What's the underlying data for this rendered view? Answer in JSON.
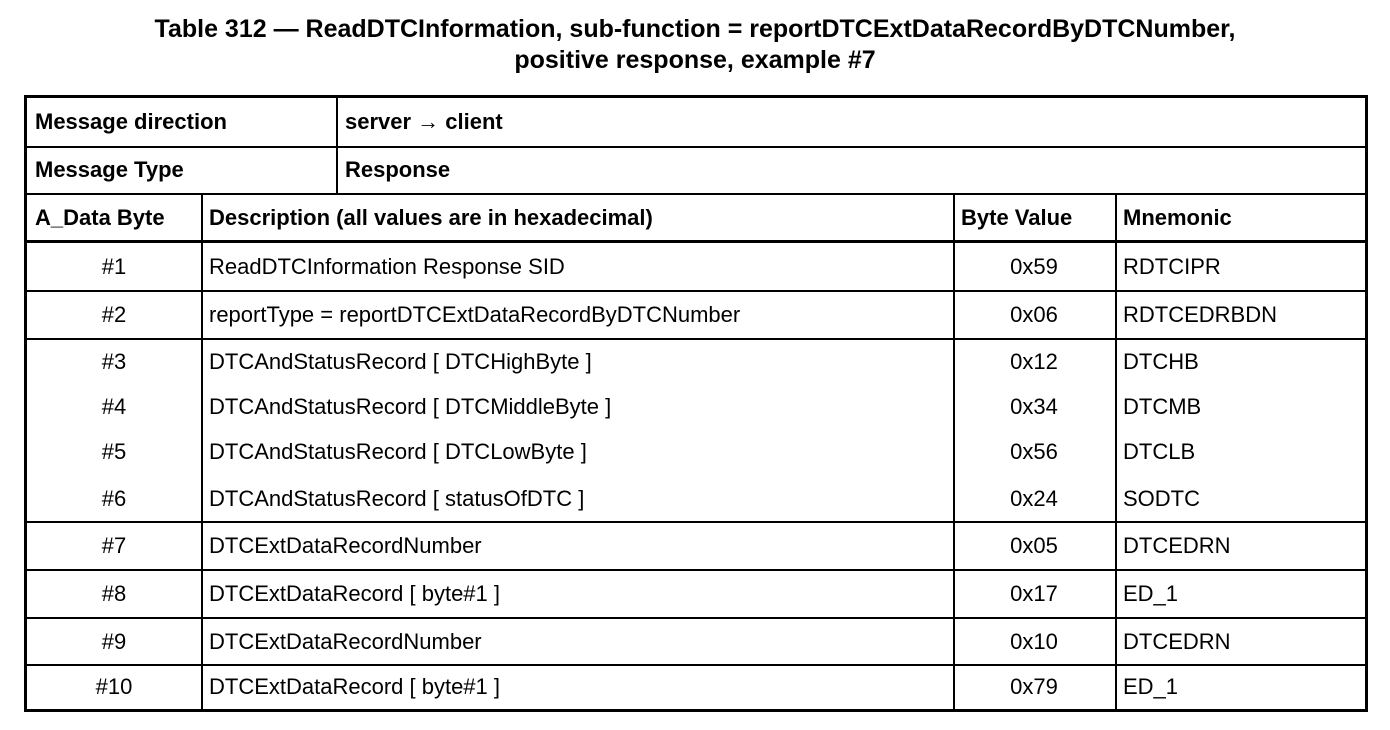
{
  "caption": {
    "line1": "Table 312 — ReadDTCInformation, sub-function = reportDTCExtDataRecordByDTCNumber,",
    "line2": "positive response, example #7"
  },
  "meta": {
    "direction_label": "Message direction",
    "direction_value": "server → client",
    "type_label": "Message Type",
    "type_value": "Response"
  },
  "headers": {
    "byte": "A_Data Byte",
    "description": "Description (all values are in hexadecimal)",
    "value": "Byte Value",
    "mnemonic": "Mnemonic"
  },
  "rows": [
    {
      "byte": "#1",
      "description": "ReadDTCInformation Response SID",
      "value": "0x59",
      "mnemonic": "RDTCIPR"
    },
    {
      "byte": "#2",
      "description": "reportType = reportDTCExtDataRecordByDTCNumber",
      "value": "0x06",
      "mnemonic": "RDTCEDRBDN"
    },
    {
      "byte": "#3",
      "description": "DTCAndStatusRecord [ DTCHighByte ]",
      "value": "0x12",
      "mnemonic": "DTCHB"
    },
    {
      "byte": "#4",
      "description": "DTCAndStatusRecord [ DTCMiddleByte ]",
      "value": "0x34",
      "mnemonic": "DTCMB"
    },
    {
      "byte": "#5",
      "description": "DTCAndStatusRecord [ DTCLowByte ]",
      "value": "0x56",
      "mnemonic": "DTCLB"
    },
    {
      "byte": "#6",
      "description": "DTCAndStatusRecord [ statusOfDTC ]",
      "value": "0x24",
      "mnemonic": "SODTC"
    },
    {
      "byte": "#7",
      "description": "DTCExtDataRecordNumber",
      "value": "0x05",
      "mnemonic": "DTCEDRN"
    },
    {
      "byte": "#8",
      "description": "DTCExtDataRecord [ byte#1 ]",
      "value": "0x17",
      "mnemonic": "ED_1"
    },
    {
      "byte": "#9",
      "description": "DTCExtDataRecordNumber",
      "value": "0x10",
      "mnemonic": "DTCEDRN"
    },
    {
      "byte": "#10",
      "description": "DTCExtDataRecord [ byte#1 ]",
      "value": "0x79",
      "mnemonic": "ED_1"
    }
  ]
}
